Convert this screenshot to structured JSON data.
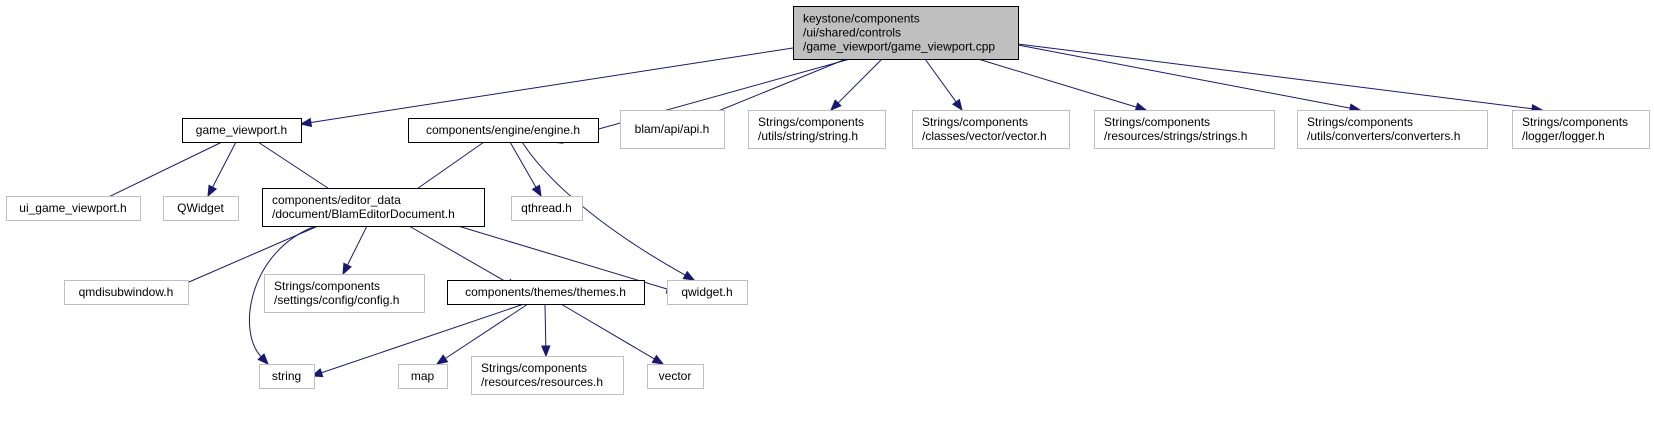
{
  "colors": {
    "edge": "#191970",
    "root_fill": "#bfbfbf",
    "documented_border": "#000000",
    "undocumented_border": "#bfbfbf"
  },
  "nodes": [
    {
      "id": "n0",
      "lines": [
        "keystone/components",
        "/ui/shared/controls",
        "/game_viewport/game_viewport.cpp"
      ],
      "style": "root"
    },
    {
      "id": "n1",
      "lines": [
        "game_viewport.h"
      ],
      "style": "doc"
    },
    {
      "id": "n2",
      "lines": [
        "components/engine/engine.h"
      ],
      "style": "doc"
    },
    {
      "id": "n3",
      "lines": [
        "blam/api/api.h"
      ],
      "style": "plain"
    },
    {
      "id": "n4",
      "lines": [
        "Strings/components",
        "/utils/string/string.h"
      ],
      "style": "plain"
    },
    {
      "id": "n5",
      "lines": [
        "Strings/components",
        "/classes/vector/vector.h"
      ],
      "style": "plain"
    },
    {
      "id": "n6",
      "lines": [
        "Strings/components",
        "/resources/strings/strings.h"
      ],
      "style": "plain"
    },
    {
      "id": "n7",
      "lines": [
        "Strings/components",
        "/utils/converters/converters.h"
      ],
      "style": "plain"
    },
    {
      "id": "n8",
      "lines": [
        "Strings/components",
        "/logger/logger.h"
      ],
      "style": "plain"
    },
    {
      "id": "n9",
      "lines": [
        "ui_game_viewport.h"
      ],
      "style": "plain"
    },
    {
      "id": "n10",
      "lines": [
        "QWidget"
      ],
      "style": "plain"
    },
    {
      "id": "n11",
      "lines": [
        "components/editor_data",
        "/document/BlamEditorDocument.h"
      ],
      "style": "doc"
    },
    {
      "id": "n12",
      "lines": [
        "qthread.h"
      ],
      "style": "plain"
    },
    {
      "id": "n13",
      "lines": [
        "qmdisubwindow.h"
      ],
      "style": "plain"
    },
    {
      "id": "n14",
      "lines": [
        "Strings/components",
        "/settings/config/config.h"
      ],
      "style": "plain"
    },
    {
      "id": "n15",
      "lines": [
        "components/themes/themes.h"
      ],
      "style": "doc"
    },
    {
      "id": "n16",
      "lines": [
        "qwidget.h"
      ],
      "style": "plain"
    },
    {
      "id": "n17",
      "lines": [
        "string"
      ],
      "style": "plain"
    },
    {
      "id": "n18",
      "lines": [
        "map"
      ],
      "style": "plain"
    },
    {
      "id": "n19",
      "lines": [
        "Strings/components",
        "/resources/resources.h"
      ],
      "style": "plain"
    },
    {
      "id": "n20",
      "lines": [
        "vector"
      ],
      "style": "plain"
    }
  ],
  "edges": [
    {
      "from": "n0",
      "to": "n1"
    },
    {
      "from": "n0",
      "to": "n2"
    },
    {
      "from": "n0",
      "to": "n3"
    },
    {
      "from": "n0",
      "to": "n4"
    },
    {
      "from": "n0",
      "to": "n5"
    },
    {
      "from": "n0",
      "to": "n6"
    },
    {
      "from": "n0",
      "to": "n7"
    },
    {
      "from": "n0",
      "to": "n8"
    },
    {
      "from": "n1",
      "to": "n9"
    },
    {
      "from": "n1",
      "to": "n10"
    },
    {
      "from": "n1",
      "to": "n11"
    },
    {
      "from": "n2",
      "to": "n11"
    },
    {
      "from": "n2",
      "to": "n12"
    },
    {
      "from": "n2",
      "to": "n16"
    },
    {
      "from": "n11",
      "to": "n13"
    },
    {
      "from": "n11",
      "to": "n14"
    },
    {
      "from": "n11",
      "to": "n15"
    },
    {
      "from": "n11",
      "to": "n16"
    },
    {
      "from": "n11",
      "to": "n17"
    },
    {
      "from": "n15",
      "to": "n17"
    },
    {
      "from": "n15",
      "to": "n18"
    },
    {
      "from": "n15",
      "to": "n19"
    },
    {
      "from": "n15",
      "to": "n20"
    }
  ]
}
